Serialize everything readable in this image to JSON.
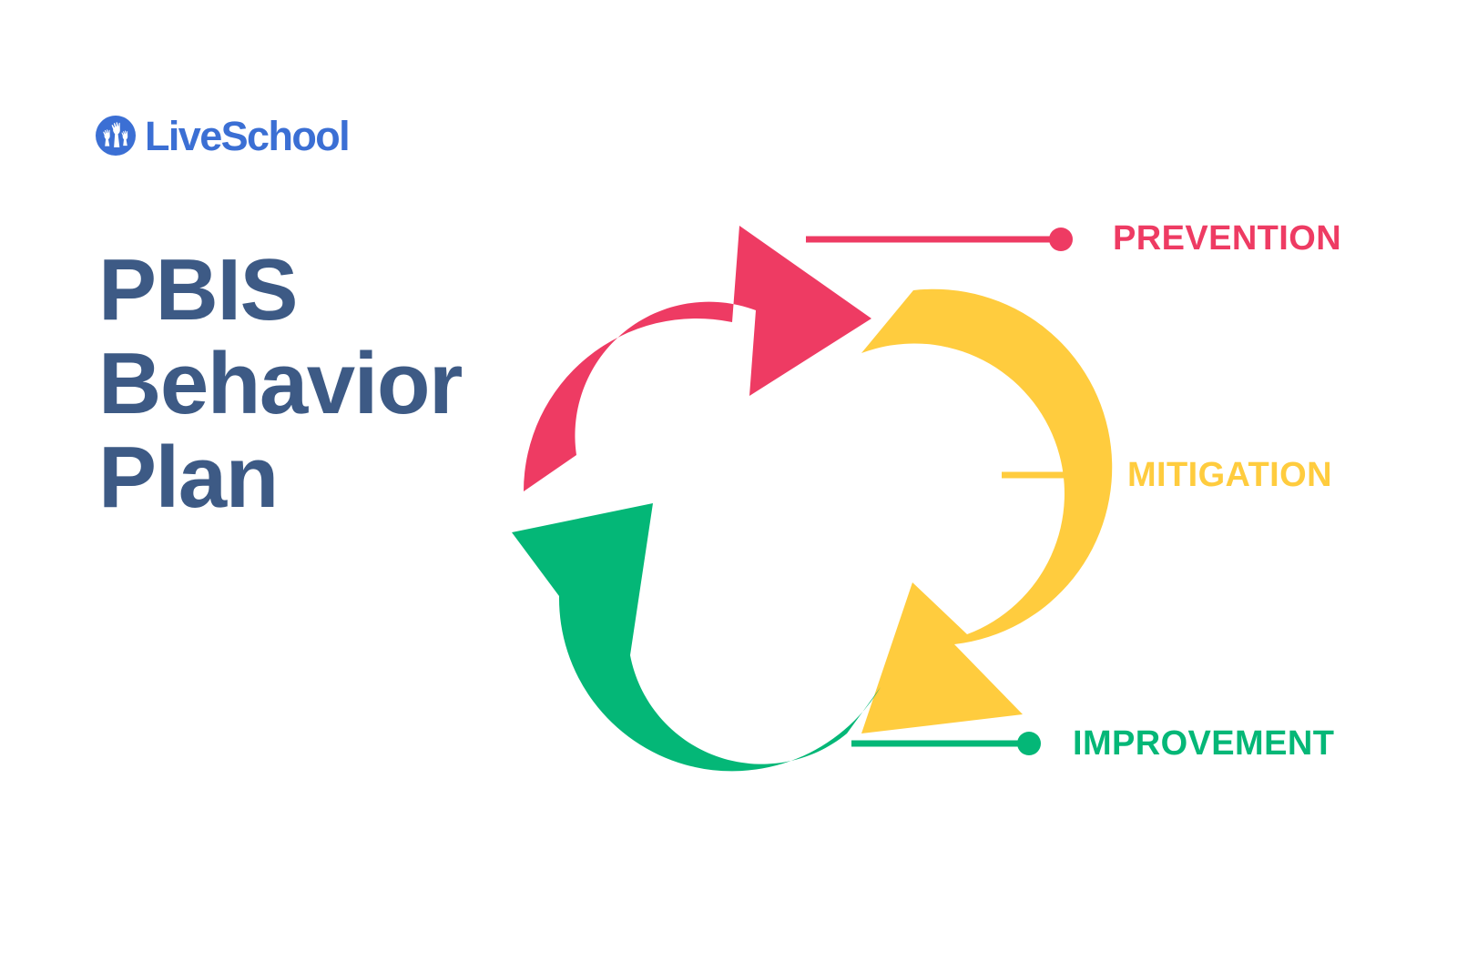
{
  "brand": {
    "name": "LiveSchool",
    "mark_name": "raised-hands-in-circle",
    "mark_color": "#3B6FD4",
    "word_color": "#3B6FD4"
  },
  "headline": {
    "line1": "PBIS",
    "line2": "Behavior",
    "line3": "Plan",
    "color": "#3D5A85"
  },
  "diagram": {
    "type": "cycle",
    "description": "Three-arrow continuous improvement cycle",
    "background": "#FFFFFF",
    "steps": [
      {
        "id": "prevention",
        "label": "PREVENTION",
        "color": "#EE3B63",
        "arrow_direction": "clockwise-upper-left-to-top-right",
        "connector": {
          "line_color": "#EE3B63",
          "dot_color": "#EE3B63"
        }
      },
      {
        "id": "mitigation",
        "label": "MITIGATION",
        "color": "#FFCC3E",
        "arrow_direction": "clockwise-top-right-to-bottom-right",
        "connector": {
          "line_color": "#FFCC3E",
          "dot_color": "#FFCC3E"
        }
      },
      {
        "id": "improvement",
        "label": "IMPROVEMENT",
        "color": "#04B777",
        "arrow_direction": "clockwise-bottom-right-to-left",
        "connector": {
          "line_color": "#04B777",
          "dot_color": "#04B777"
        }
      }
    ]
  }
}
